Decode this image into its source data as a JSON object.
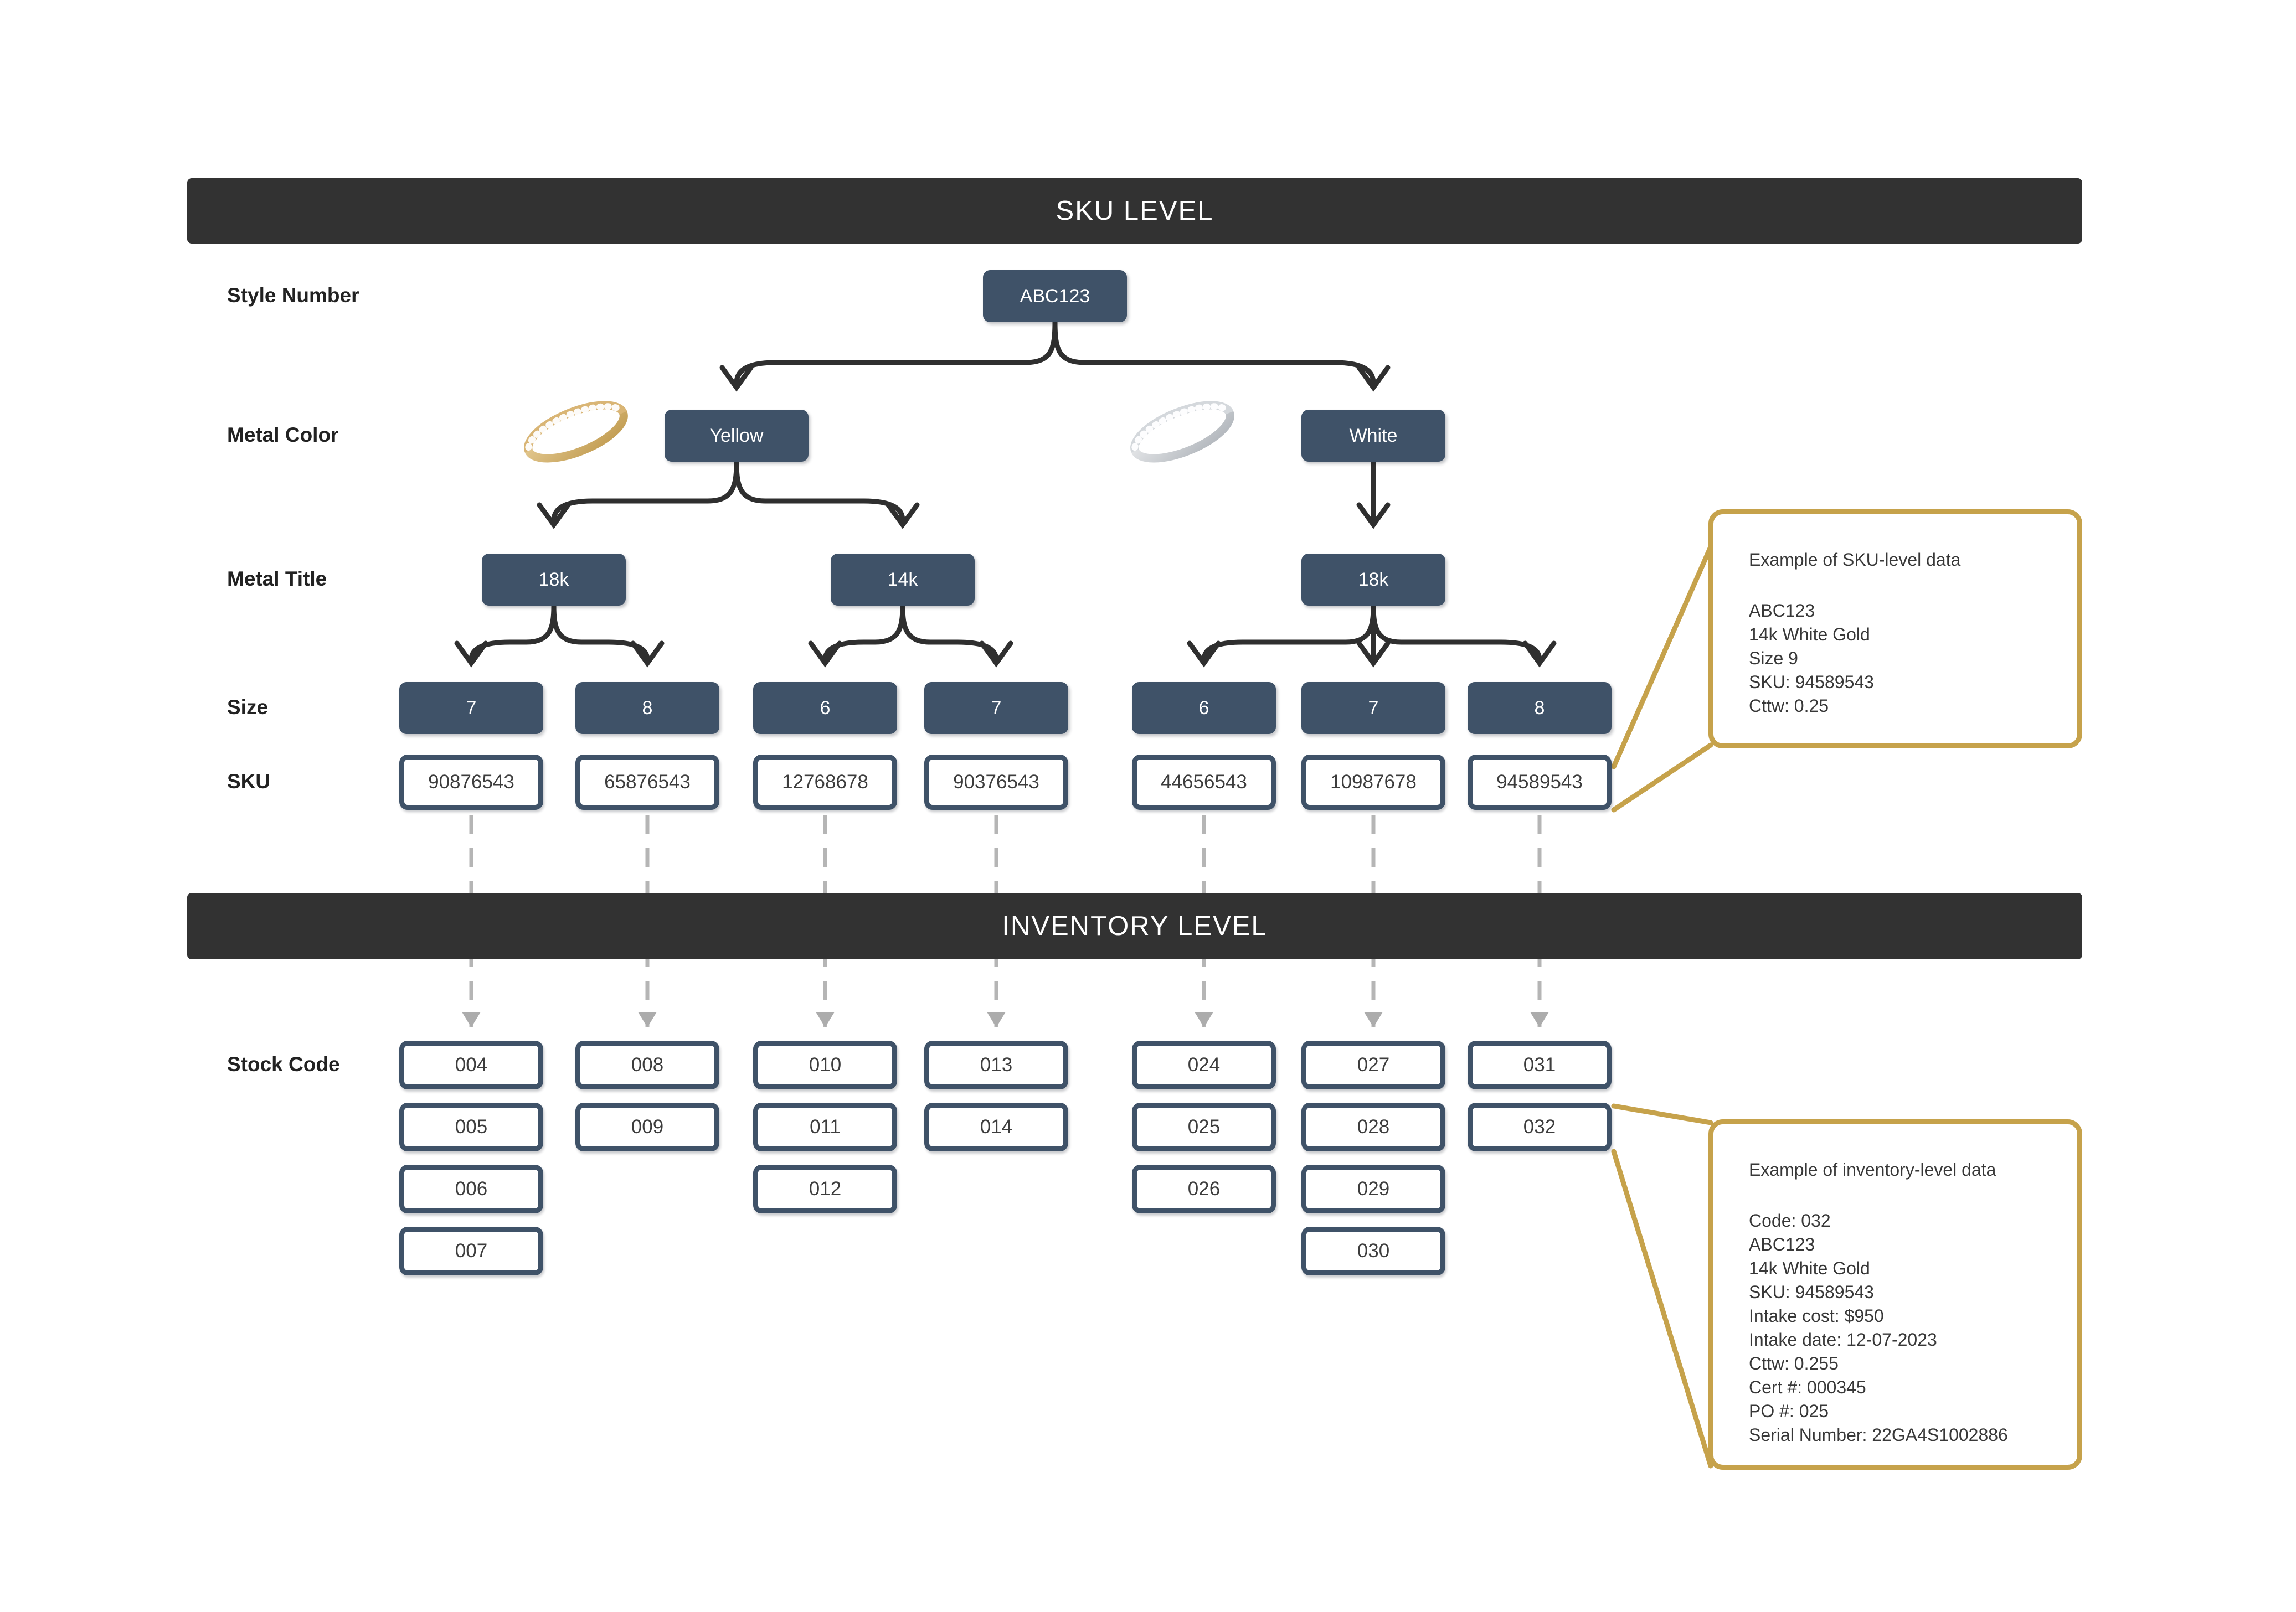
{
  "headers": {
    "sku": "SKU LEVEL",
    "inventory": "INVENTORY LEVEL"
  },
  "row_labels": {
    "style_number": "Style Number",
    "metal_color": "Metal Color",
    "metal_title": "Metal Title",
    "size": "Size",
    "sku": "SKU",
    "stock_code": "Stock Code"
  },
  "style_number": "ABC123",
  "metal_colors": [
    {
      "label": "Yellow"
    },
    {
      "label": "White"
    }
  ],
  "metal_titles": [
    {
      "label": "18k"
    },
    {
      "label": "14k"
    },
    {
      "label": "18k"
    }
  ],
  "columns": [
    {
      "size": "7",
      "sku": "90876543",
      "codes": [
        "004",
        "005",
        "006",
        "007"
      ]
    },
    {
      "size": "8",
      "sku": "65876543",
      "codes": [
        "008",
        "009"
      ]
    },
    {
      "size": "6",
      "sku": "12768678",
      "codes": [
        "010",
        "011",
        "012"
      ]
    },
    {
      "size": "7",
      "sku": "90376543",
      "codes": [
        "013",
        "014"
      ]
    },
    {
      "size": "6",
      "sku": "44656543",
      "codes": [
        "024",
        "025",
        "026"
      ]
    },
    {
      "size": "7",
      "sku": "10987678",
      "codes": [
        "027",
        "028",
        "029",
        "030"
      ]
    },
    {
      "size": "8",
      "sku": "94589543",
      "codes": [
        "031",
        "032"
      ]
    }
  ],
  "sku_example": {
    "title": "Example of SKU-level data",
    "lines": [
      "ABC123",
      "14k White Gold",
      "Size 9",
      "SKU: 94589543",
      "Cttw: 0.25"
    ]
  },
  "inventory_example": {
    "title": "Example of inventory-level data",
    "lines": [
      "Code: 032",
      "ABC123",
      "14k White Gold",
      "SKU: 94589543",
      "Intake cost: $950",
      "Intake date: 12-07-2023",
      "Cttw: 0.255",
      "Cert #: 000345",
      "PO #: 025",
      "Serial Number: 22GA4S1002886"
    ]
  },
  "icons": {
    "yellow_ring": "gold-ring-icon",
    "white_ring": "white-ring-icon"
  },
  "colors": {
    "box_slate": "#3F5268",
    "header_bar": "#323232",
    "callout_gold": "#C6A24B",
    "arrow_dark": "#2F2F2F",
    "dashed_gray": "#B5B5B5"
  }
}
